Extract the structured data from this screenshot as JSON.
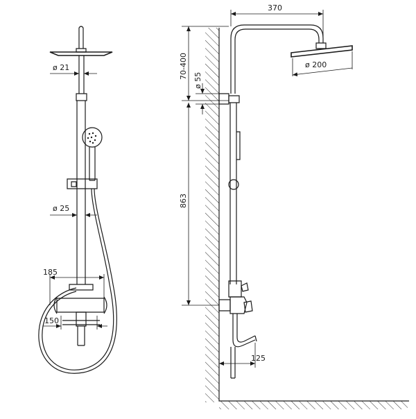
{
  "dimensions": {
    "arm_length": "370",
    "adjust_range": "70-400",
    "pipe_offset": "ø 55",
    "head_diameter": "ø 200",
    "arm_pipe": "ø 21",
    "main_pipe": "ø 25",
    "rail_height": "863",
    "mixer_width": "185",
    "inlet_spacing": "150",
    "spout_reach": "125"
  }
}
